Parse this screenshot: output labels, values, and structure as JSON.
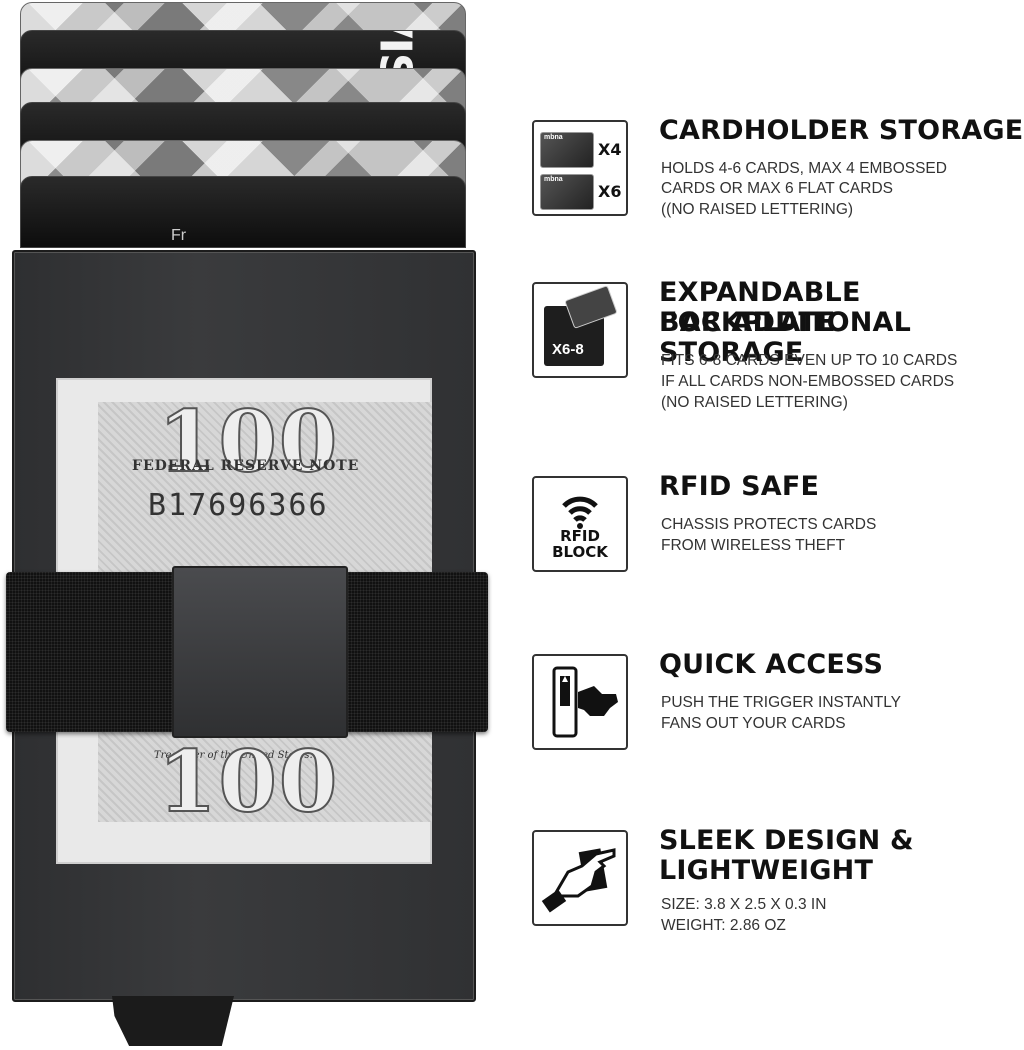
{
  "product": {
    "card_brand_text": "VISA",
    "card_small_text": "Fr",
    "bill": {
      "denomination": "100",
      "bank_text": "FEDERAL RESERVE NOTE",
      "serial": "B17696366",
      "treasurer_text": "Treasurer of the United States."
    }
  },
  "features": [
    {
      "title": "CARDHOLDER STORAGE",
      "lines": [
        "HOLDS 4-6 CARDS, MAX 4 EMBOSSED",
        "CARDS OR MAX 6 FLAT CARDS",
        "((NO RAISED LETTERING)"
      ],
      "icon": "card-stack-icon",
      "icon_card_label": "mbna",
      "icon_counts": [
        "X4",
        "X6"
      ]
    },
    {
      "title_lines": [
        "EXPANDABLE BACKPLATE",
        "FOR ADDITONAL STORAGE"
      ],
      "lines": [
        "FITS 6-8 CARDS EVEN UP TO 10 CARDS",
        "IF ALL CARDS NON-EMBOSSED CARDS",
        "(NO RAISED LETTERING)"
      ],
      "icon": "backplate-icon",
      "icon_label": "X6-8"
    },
    {
      "title": "RFID SAFE",
      "lines": [
        "CHASSIS PROTECTS CARDS",
        "FROM WIRELESS THEFT"
      ],
      "icon": "rfid-block-icon",
      "icon_label_lines": [
        "RFID",
        "BLOCK"
      ]
    },
    {
      "title": "QUICK ACCESS",
      "lines": [
        "PUSH THE TRIGGER INSTANTLY",
        "FANS OUT YOUR CARDS"
      ],
      "icon": "push-trigger-icon"
    },
    {
      "title_lines": [
        "SLEEK DESIGN &",
        "LIGHTWEIGHT"
      ],
      "lines": [
        "SIZE: 3.8 X 2.5 X 0.3 IN",
        "WEIGHT: 2.86  OZ"
      ],
      "icon": "hand-holding-icon"
    }
  ],
  "colors": {
    "text": "#111111",
    "body_text": "#333333",
    "case": "#35363a",
    "band": "#111111"
  }
}
